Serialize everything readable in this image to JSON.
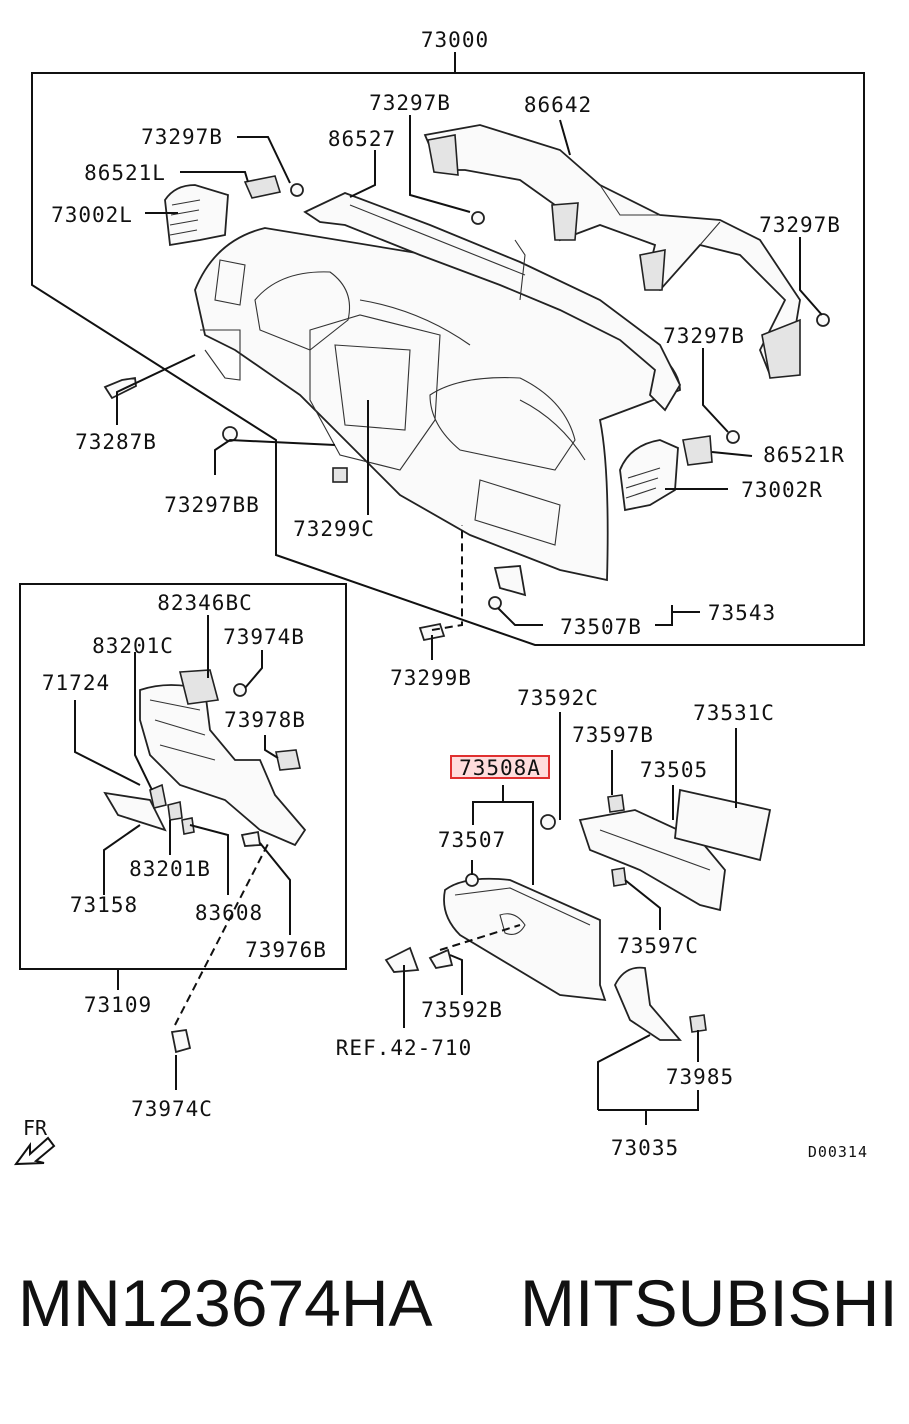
{
  "labels": {
    "p73000": "73000",
    "p73297b_a": "73297B",
    "p86642": "86642",
    "p73297b_b": "73297B",
    "p86527": "86527",
    "p86521l": "86521L",
    "p73002l": "73002L",
    "p73297b_c": "73297B",
    "p73297b_d": "73297B",
    "p73287b": "73287B",
    "p86521r": "86521R",
    "p73002r": "73002R",
    "p73297bb": "73297BB",
    "p73299c": "73299C",
    "p73543": "73543",
    "p73507b": "73507B",
    "p73299b": "73299B",
    "p82346bc": "82346BC",
    "p83201c": "83201C",
    "p73974b": "73974B",
    "p71724": "71724",
    "p73978b": "73978B",
    "p83201b": "83201B",
    "p73158": "73158",
    "p83608": "83608",
    "p73976b": "73976B",
    "p73109": "73109",
    "p73974c": "73974C",
    "p73592c": "73592C",
    "p73531c": "73531C",
    "p73597b": "73597B",
    "p73508a": "73508A",
    "p73505": "73505",
    "p73507": "73507",
    "p73597c": "73597C",
    "p73592b": "73592B",
    "pref": "REF.42-710",
    "p73985": "73985",
    "p73035": "73035"
  },
  "highlight_part": "73508A",
  "highlight_color": "#e03030",
  "direction_label": "FR",
  "diagram_code": "D00314",
  "caption": {
    "part_number": "MN123674HA",
    "brand": "MITSUBISHI"
  }
}
